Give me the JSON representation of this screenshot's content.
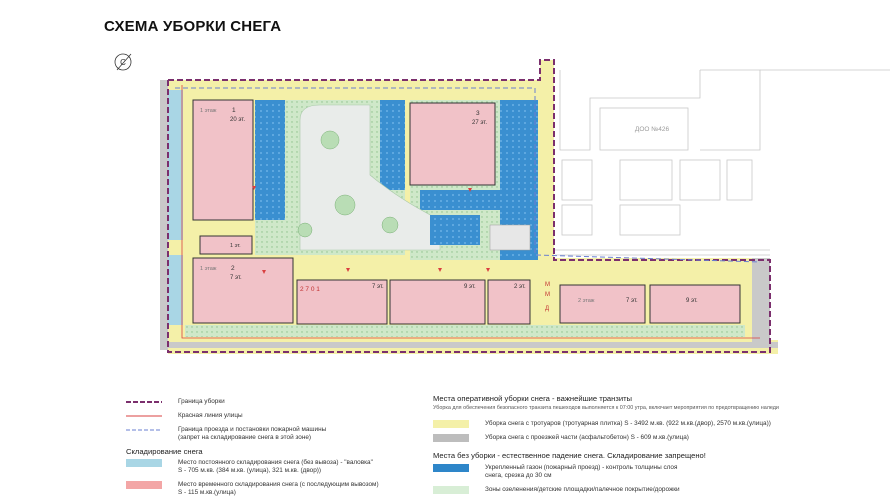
{
  "title": "СХЕМА УБОРКИ СНЕГА",
  "north": "С",
  "labels": {
    "b1_floors": "1 этаж",
    "b1_num": "1",
    "b1_height": "20 эт.",
    "b3_num": "3",
    "b3_height": "27 эт.",
    "b2_floors": "1 этаж",
    "b2_num": "2",
    "b2_height": "7 эт.",
    "b_small_floor": "1 эт.",
    "b_mid_height": "7 эт.",
    "b_right_height": "9 эт.",
    "b_small2_height": "2 эт.",
    "b_east_floors": "2 этаж",
    "b_east_height1": "7 эт.",
    "b_east_height2": "9 эт.",
    "dou": "ДОО №426",
    "marker_m": "М",
    "marker_d": "Д",
    "fire_marker": "2 7 0 1"
  },
  "legend": {
    "items_left": [
      {
        "label": "Граница уборки",
        "swatch": "border"
      },
      {
        "label": "Красная линия улицы",
        "swatch": "redline"
      },
      {
        "label": "Граница проезда и постановки пожарной машины",
        "label2": "(запрет на складирование снега в этой зоне)",
        "swatch": "fire"
      }
    ],
    "storage_head": "Складирование снега",
    "storage": [
      {
        "label": "Место постоянного складирования снега (без вывоза) - \"валовка\"",
        "label2": "S - 705 м.кв. (384 м.кв. (улица), 321 м.кв. (двор))",
        "color": "#a9d6e5"
      },
      {
        "label": "Место временного складирования снега (с последующим вывозом)",
        "label2": "S - 115 м.кв.(улица)",
        "color": "#f3a6a6"
      }
    ],
    "op_head": "Места оперативной уборки снега - важнейшие транзиты",
    "op_sub": "Уборка для обеспечения безопасного транзита пешеходов выполняется к 07:00 утра, включает мероприятия по предотвращению наледи",
    "op": [
      {
        "label": "Уборка снега с тротуаров (тротуарная плитка) S - 3492 м.кв. (922 м.кв.(двор), 2570 м.кв.(улица))",
        "color": "#f4f0a8"
      },
      {
        "label": "Уборка снега с проезжей части (асфальтобетон) S - 609 м.кв.(улица)",
        "color": "#bdbdbd"
      }
    ],
    "no_head": "Места без уборки - естественное падение снега. Складирование запрещено!",
    "no": [
      {
        "label": "Укрепленный газон (пожарный проезд) - контроль толщины слоя",
        "label2": "снега, срезка до 30 см",
        "color": "#2e86c9"
      },
      {
        "label": "Зоны озеленения/детские площадки/палечное покрытие/дорожки",
        "color": "#d8eed6"
      }
    ]
  }
}
